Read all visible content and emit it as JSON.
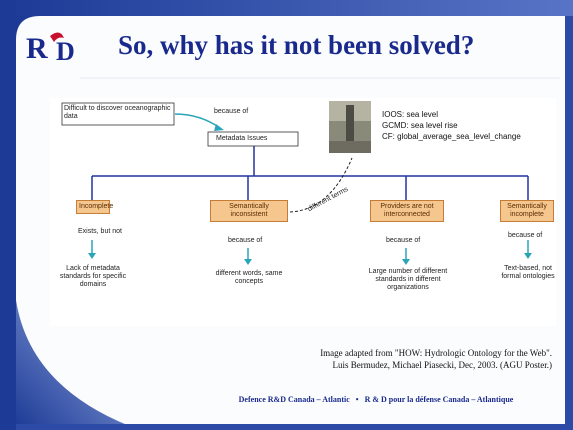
{
  "slide": {
    "title": "So, why has it not been solved?",
    "logo_text": "R&D",
    "colors": {
      "title": "#1a2a8c",
      "band": "#1c3a96",
      "box_fill": "#f6c68f",
      "box_border": "#c47c37",
      "arrow": "#2aa5b8"
    }
  },
  "diagram": {
    "top_left_box": "Difficult to discover oceanographic data",
    "because_of_top": "because of",
    "metadata_box": "Metadata Issues",
    "right_values": [
      "IOOS: sea level",
      "GCMD: sea level rise",
      "CF: global_average_sea_level_change"
    ],
    "connector_label": "different terms",
    "boxes": [
      {
        "label": "Incomplete",
        "connector": "Exists, but not",
        "result": "Lack of metadata standards for specific domains"
      },
      {
        "label": "Semantically inconsistent",
        "connector": "because of",
        "result": "different words, same concepts"
      },
      {
        "label": "Providers are not interconnected",
        "connector": "because of",
        "result": "Large number of different standards in different organizations"
      },
      {
        "label": "Semantically incomplete",
        "connector": "because of",
        "result": "Text-based, not formal ontologies"
      }
    ]
  },
  "credit": {
    "line1": "Image adapted from \"HOW: Hydrologic Ontology for the Web\".",
    "line2": "Luis Bermudez, Michael Piasecki, Dec, 2003. (AGU Poster.)"
  },
  "footer": {
    "left": "Defence R&D Canada – Atlantic",
    "separator": "•",
    "right": "R & D pour la défense Canada – Atlantique"
  }
}
